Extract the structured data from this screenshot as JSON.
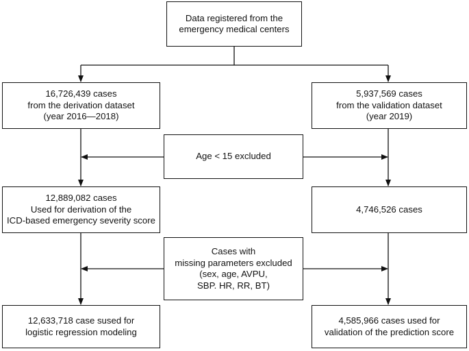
{
  "nodes": {
    "top": {
      "lines": [
        "Data registered from the",
        "emergency medical centers"
      ]
    },
    "derivation_source": {
      "lines": [
        "16,726,439 cases",
        "from the derivation dataset",
        "(year 2016—2018)"
      ]
    },
    "validation_source": {
      "lines": [
        "5,937,569 cases",
        "from the validation dataset",
        "(year 2019)"
      ]
    },
    "exclusion_age": {
      "lines": [
        "Age < 15 excluded"
      ]
    },
    "derivation_after_age": {
      "lines": [
        "12,889,082 cases",
        "Used for derivation of the",
        "ICD-based emergency severity score"
      ]
    },
    "validation_after_age": {
      "lines": [
        "4,746,526 cases"
      ]
    },
    "exclusion_missing": {
      "lines": [
        "Cases with",
        "missing parameters excluded",
        "(sex, age, AVPU,",
        "SBP. HR, RR, BT)"
      ]
    },
    "derivation_final": {
      "lines": [
        "12,633,718 case sused for",
        "logistic regression modeling"
      ]
    },
    "validation_final": {
      "lines": [
        "4,585,966 cases used for",
        "validation of the prediction score"
      ]
    }
  },
  "colors": {
    "line": "#111111",
    "background": "#ffffff"
  }
}
